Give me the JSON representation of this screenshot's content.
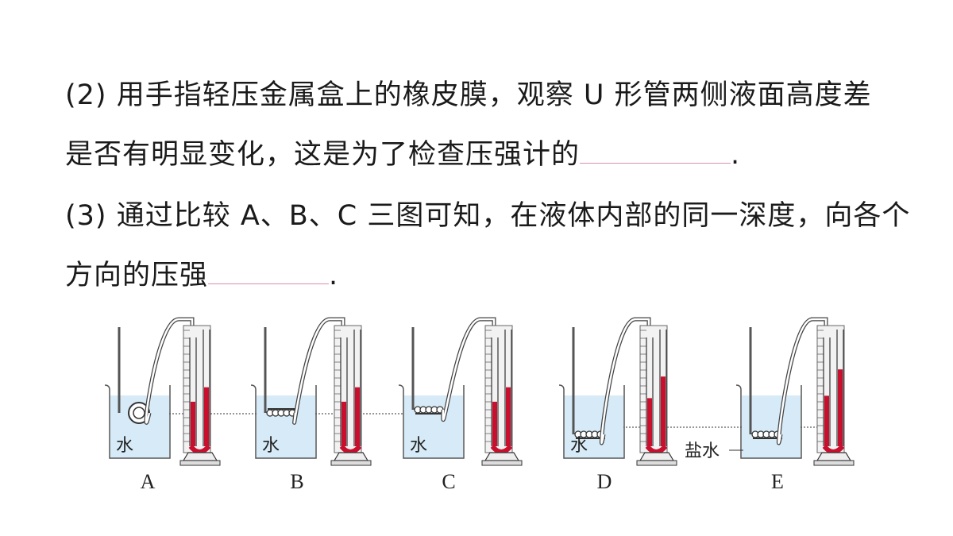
{
  "question2": {
    "line1": "(2) 用手指轻压金属盒上的橡皮膜，观察 U 形管两侧液面高度差",
    "line2": "是否有明显变化，这是为了检查压强计的",
    "period": "."
  },
  "question3": {
    "line1": "(3) 通过比较 A、B、C 三图可知，在液体内部的同一深度，向各个",
    "line2": "方向的压强",
    "period": "."
  },
  "figure": {
    "panels": [
      {
        "label": "A",
        "liquid": "水",
        "rise": 0.47
      },
      {
        "label": "B",
        "liquid": "水",
        "rise": 0.47
      },
      {
        "label": "C",
        "liquid": "水",
        "rise": 0.47
      },
      {
        "label": "D",
        "liquid": "水",
        "rise": 0.62
      },
      {
        "label": "E",
        "liquid": "",
        "rise": 0.72
      }
    ],
    "saltwater_label": "盐水",
    "colors": {
      "water": "#d6ebf7",
      "mercury": "#c8102e",
      "glass": "#555555"
    }
  }
}
